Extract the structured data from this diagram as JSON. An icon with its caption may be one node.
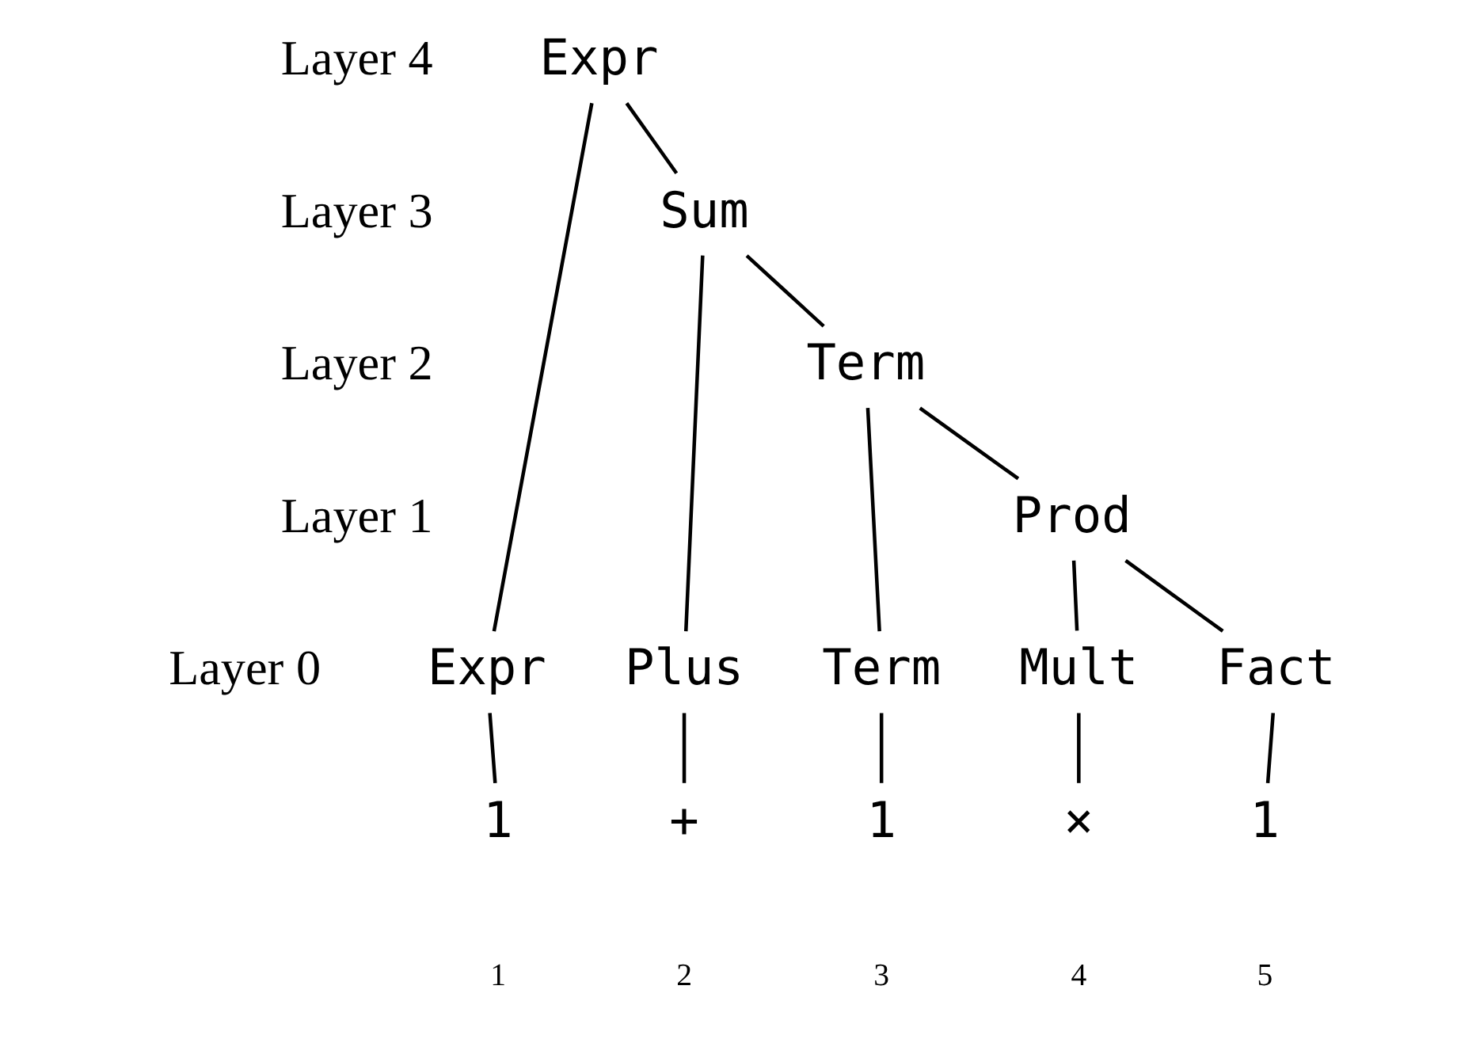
{
  "diagram": {
    "nodes": [
      {
        "text": [
          "Expr"
        ]
      },
      {
        "text": [
          "Sum"
        ]
      },
      {
        "text": [
          "Term"
        ]
      },
      {
        "text": [
          "Prod"
        ]
      },
      {
        "text": [
          "Expr"
        ]
      },
      {
        "text": [
          "Plus"
        ]
      },
      {
        "text": [
          "Term"
        ]
      },
      {
        "text": [
          "Mult"
        ]
      },
      {
        "text": [
          "Fact"
        ]
      },
      {
        "text": [
          "1"
        ]
      },
      {
        "text": [
          "+"
        ]
      },
      {
        "text": [
          "1"
        ]
      },
      {
        "text": [
          "×"
        ]
      },
      {
        "text": [
          "1"
        ]
      }
    ],
    "edges": [
      {
        "from": 0,
        "to": 4,
        "arrow": "none"
      },
      {
        "from": 0,
        "to": 1,
        "arrow": "none"
      },
      {
        "from": 1,
        "to": 5,
        "arrow": "none"
      },
      {
        "from": 1,
        "to": 2,
        "arrow": "none"
      },
      {
        "from": 2,
        "to": 6,
        "arrow": "none"
      },
      {
        "from": 2,
        "to": 3,
        "arrow": "none"
      },
      {
        "from": 3,
        "to": 7,
        "arrow": "none"
      },
      {
        "from": 3,
        "to": 8,
        "arrow": "none"
      },
      {
        "from": 4,
        "to": 9,
        "arrow": "none"
      },
      {
        "from": 5,
        "to": 10,
        "arrow": "none"
      },
      {
        "from": 6,
        "to": 11,
        "arrow": "none"
      },
      {
        "from": 7,
        "to": 12,
        "arrow": "none"
      },
      {
        "from": 8,
        "to": 13,
        "arrow": "none"
      }
    ],
    "labels": [
      "Layer 4",
      "Layer 3",
      "Layer 2",
      "Layer 1",
      "Layer 0",
      "1",
      "2",
      "3",
      "4",
      "5"
    ]
  }
}
